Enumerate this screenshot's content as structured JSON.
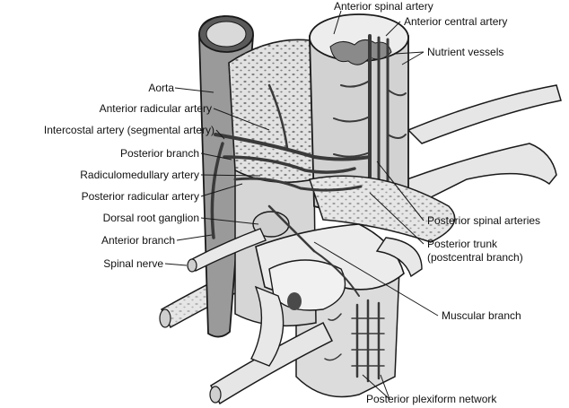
{
  "labels": {
    "anterior_spinal_artery": "Anterior spinal artery",
    "anterior_central_artery": "Anterior central artery",
    "nutrient_vessels": "Nutrient vessels",
    "aorta": "Aorta",
    "anterior_radicular_artery": "Anterior radicular artery",
    "intercostal_artery": "Intercostal artery (segmental artery)",
    "posterior_branch": "Posterior branch",
    "radiculomedullary_artery": "Radiculomedullary artery",
    "posterior_radicular_artery": "Posterior radicular artery",
    "dorsal_root_ganglion": "Dorsal root ganglion",
    "anterior_branch": "Anterior branch",
    "spinal_nerve": "Spinal nerve",
    "posterior_spinal_arteries": "Posterior spinal arteries",
    "posterior_trunk": "Posterior trunk",
    "postcentral_branch": "(postcentral branch)",
    "muscular_branch": "Muscular branch",
    "posterior_plexiform_network": "Posterior plexiform network"
  },
  "colors": {
    "outline": "#1a1a1a",
    "bone": "#e6e6e6",
    "cord": "#d2d2d2",
    "aorta": "#9a9a9a",
    "vessel": "#3a3a3a",
    "grey_matter": "#8a8a8a"
  }
}
